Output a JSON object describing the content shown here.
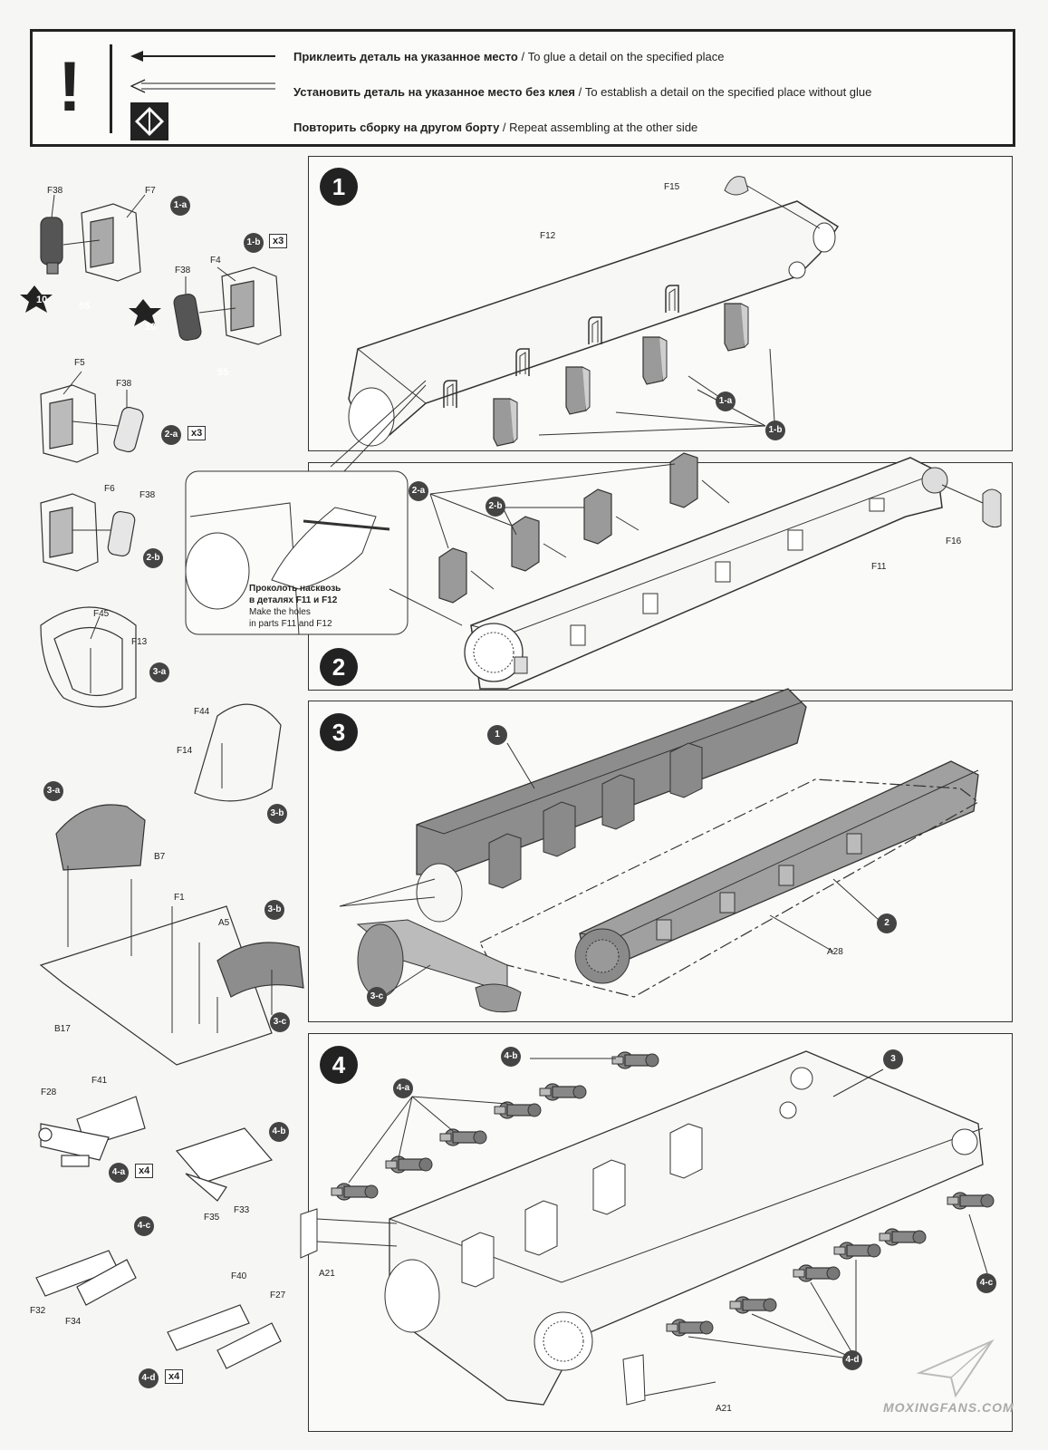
{
  "legend": {
    "glue_ru": "Приклеить деталь на указанное место",
    "glue_en": " / To glue a detail on the specified place",
    "noglue_ru": "Установить деталь на указанное место без клея",
    "noglue_en": " / To establish a detail on the specified place without glue",
    "repeat_ru": "Повторить сборку на другом борту",
    "repeat_en": "  /   Repeat assembling at the other side",
    "mark": "!"
  },
  "steps": {
    "s1": "1",
    "s2": "2",
    "s3": "3",
    "s4": "4"
  },
  "badges": {
    "b1a": "1-a",
    "b1b": "1-b",
    "b2a": "2-a",
    "b2b": "2-b",
    "b3a": "3-a",
    "b3b": "3-b",
    "b3c": "3-c",
    "b4a": "4-a",
    "b4b": "4-b",
    "b4c": "4-c",
    "b4d": "4-d",
    "n1": "1",
    "n2": "2",
    "n3": "3"
  },
  "mult": {
    "x3": "x3",
    "x4": "x4"
  },
  "stars": {
    "s10": "10",
    "s55": "55"
  },
  "parts": {
    "F38": "F38",
    "F7": "F7",
    "F4": "F4",
    "F5": "F5",
    "F6": "F6",
    "F45": "F45",
    "F13": "F13",
    "F44": "F44",
    "F14": "F14",
    "B7": "B7",
    "F1": "F1",
    "A5": "A5",
    "B17": "B17",
    "F28": "F28",
    "F41": "F41",
    "F35": "F35",
    "F33": "F33",
    "F32": "F32",
    "F34": "F34",
    "F40": "F40",
    "F27": "F27",
    "F15": "F15",
    "F12": "F12",
    "F11": "F11",
    "F16": "F16",
    "A28": "A28",
    "A21": "A21"
  },
  "callout": {
    "line1": "Проколоть насквозь",
    "line2": "в деталях F11 и F12",
    "line3": "Make the holes",
    "line4": "in parts F11 and F12"
  },
  "watermark": "MOXINGFANS.COM"
}
